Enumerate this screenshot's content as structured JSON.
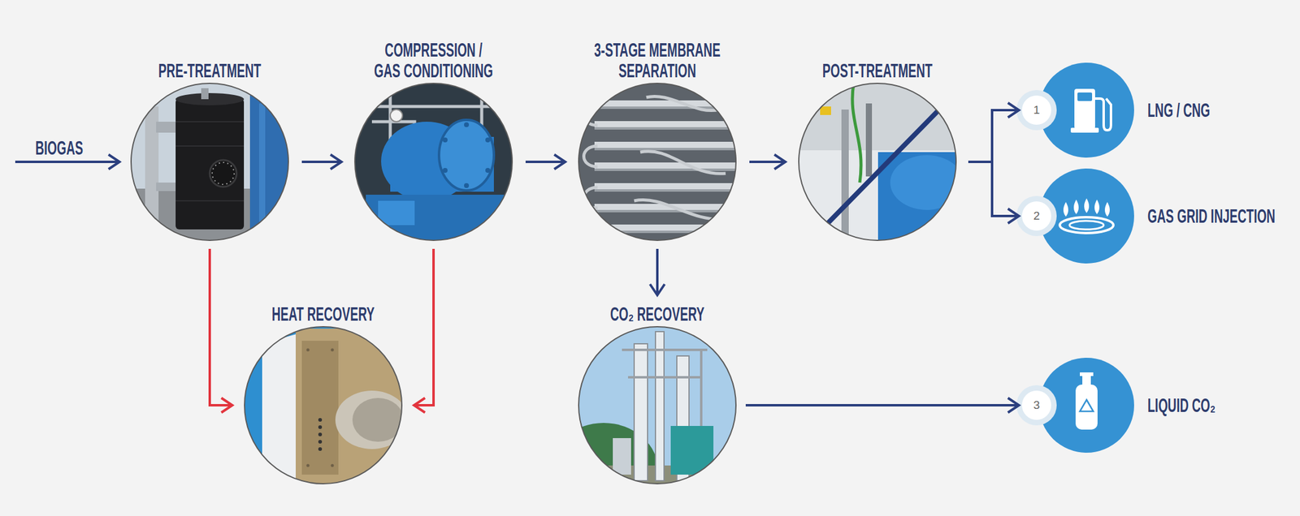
{
  "diagram": {
    "nodes": [
      {
        "text": [
          "PRE-TREATMENT"
        ]
      },
      {
        "text": [
          "COMPRESSION / GAS CONDITIONING"
        ]
      },
      {
        "text": [
          "3-STAGE MEMBRANE SEPARATION"
        ]
      },
      {
        "text": [
          "POST-TREATMENT"
        ]
      },
      {
        "text": [
          "LNG / CNG"
        ]
      },
      {
        "text": [
          "GAS GRID INJECTION"
        ]
      },
      {
        "text": [
          "HEAT RECOVERY"
        ]
      },
      {
        "text": [
          "CO₂ RECOVERY"
        ]
      },
      {
        "text": [
          "LIQUID CO₂"
        ]
      }
    ],
    "edges": [
      {
        "from": 0,
        "to": 1,
        "arrow": "to"
      },
      {
        "from": 1,
        "to": 2,
        "arrow": "to"
      },
      {
        "from": 2,
        "to": 3,
        "arrow": "to"
      },
      {
        "from": 3,
        "to": 4,
        "arrow": "to"
      },
      {
        "from": 3,
        "to": 5,
        "arrow": "to"
      },
      {
        "from": 0,
        "to": 6,
        "arrow": "to"
      },
      {
        "from": 1,
        "to": 6,
        "arrow": "to"
      },
      {
        "from": 2,
        "to": 7,
        "arrow": "to"
      },
      {
        "from": 7,
        "to": 8,
        "arrow": "to"
      }
    ],
    "labels": [
      "BIOGAS",
      "1",
      "2",
      "3"
    ]
  }
}
